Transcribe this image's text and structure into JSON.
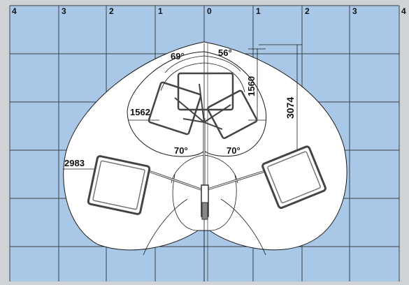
{
  "colors": {
    "frame": "#c9cdd0",
    "grid_fill": "#a9c8e8",
    "grid_line": "#3a3f48",
    "envelope_fill": "#ffffff",
    "outline": "#1a1a1a",
    "platform": "#555555",
    "text": "#111111"
  },
  "grid": {
    "column_labels": [
      "4",
      "3",
      "2",
      "1",
      "0",
      "1",
      "2",
      "3",
      "4"
    ]
  },
  "dimensions": {
    "angle_upper_left": "69°",
    "angle_upper_right": "56°",
    "radius_inner": "1562",
    "radius_outer": "2983",
    "height_platform": "1560",
    "height_total": "3074",
    "angle_lower_left": "70°",
    "angle_lower_right": "70°"
  }
}
